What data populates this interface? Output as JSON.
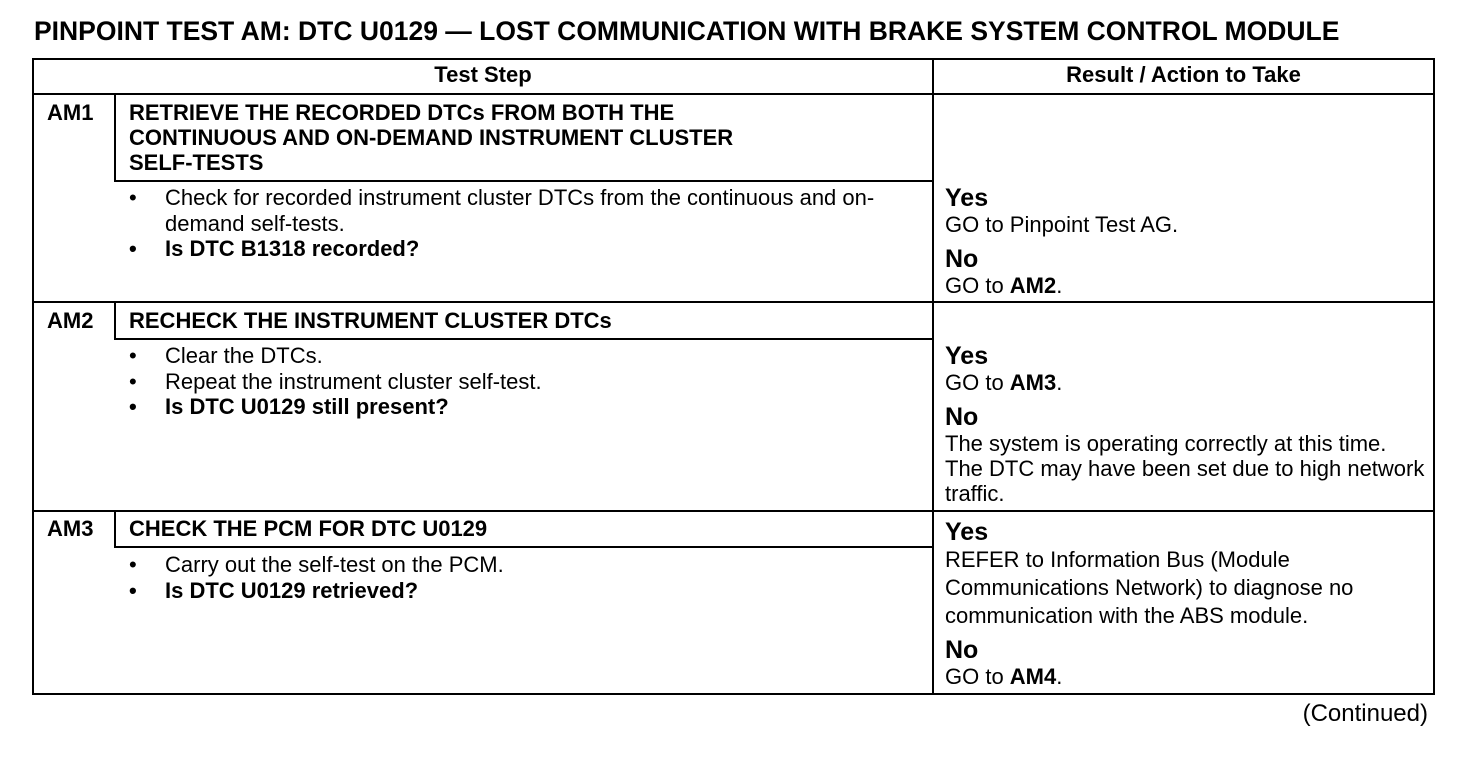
{
  "title": "PINPOINT TEST  AM: DTC U0129 — LOST COMMUNICATION WITH BRAKE SYSTEM CONTROL MODULE",
  "headers": {
    "test_step": "Test Step",
    "result": "Result / Action to Take"
  },
  "steps": [
    {
      "id": "AM1",
      "title": "RETRIEVE THE RECORDED DTCs FROM BOTH THE CONTINUOUS AND ON-DEMAND INSTRUMENT CLUSTER SELF-TESTS",
      "title_lines": [
        "RETRIEVE THE RECORDED DTCs FROM BOTH THE",
        "CONTINUOUS AND ON-DEMAND INSTRUMENT CLUSTER",
        "SELF-TESTS"
      ],
      "bullets": [
        "Check for recorded instrument cluster DTCs from the continuous and on-demand self-tests.",
        "Is DTC B1318 recorded?"
      ],
      "yes_label": "Yes",
      "yes_text": "GO to Pinpoint Test AG.",
      "no_label": "No",
      "no_prefix": "GO to ",
      "no_ref": "AM2",
      "no_suffix": "."
    },
    {
      "id": "AM2",
      "title": "RECHECK THE INSTRUMENT CLUSTER DTCs",
      "bullets": [
        "Clear the DTCs.",
        "Repeat the instrument cluster self-test.",
        "Is DTC U0129 still present?"
      ],
      "yes_label": "Yes",
      "yes_prefix": "GO to ",
      "yes_ref": "AM3",
      "yes_suffix": ".",
      "no_label": "No",
      "no_text": "The system is operating correctly at this time. The DTC may have been set due to high network traffic."
    },
    {
      "id": "AM3",
      "title": "CHECK THE PCM FOR DTC U0129",
      "bullets": [
        "Carry out the self-test on the PCM.",
        "Is DTC U0129 retrieved?"
      ],
      "yes_label": "Yes",
      "yes_text": "REFER to Information Bus (Module Communications Network)  to diagnose no communication with the ABS module.",
      "no_label": "No",
      "no_prefix": "GO to ",
      "no_ref": "AM4",
      "no_suffix": "."
    }
  ],
  "continued": "(Continued)"
}
